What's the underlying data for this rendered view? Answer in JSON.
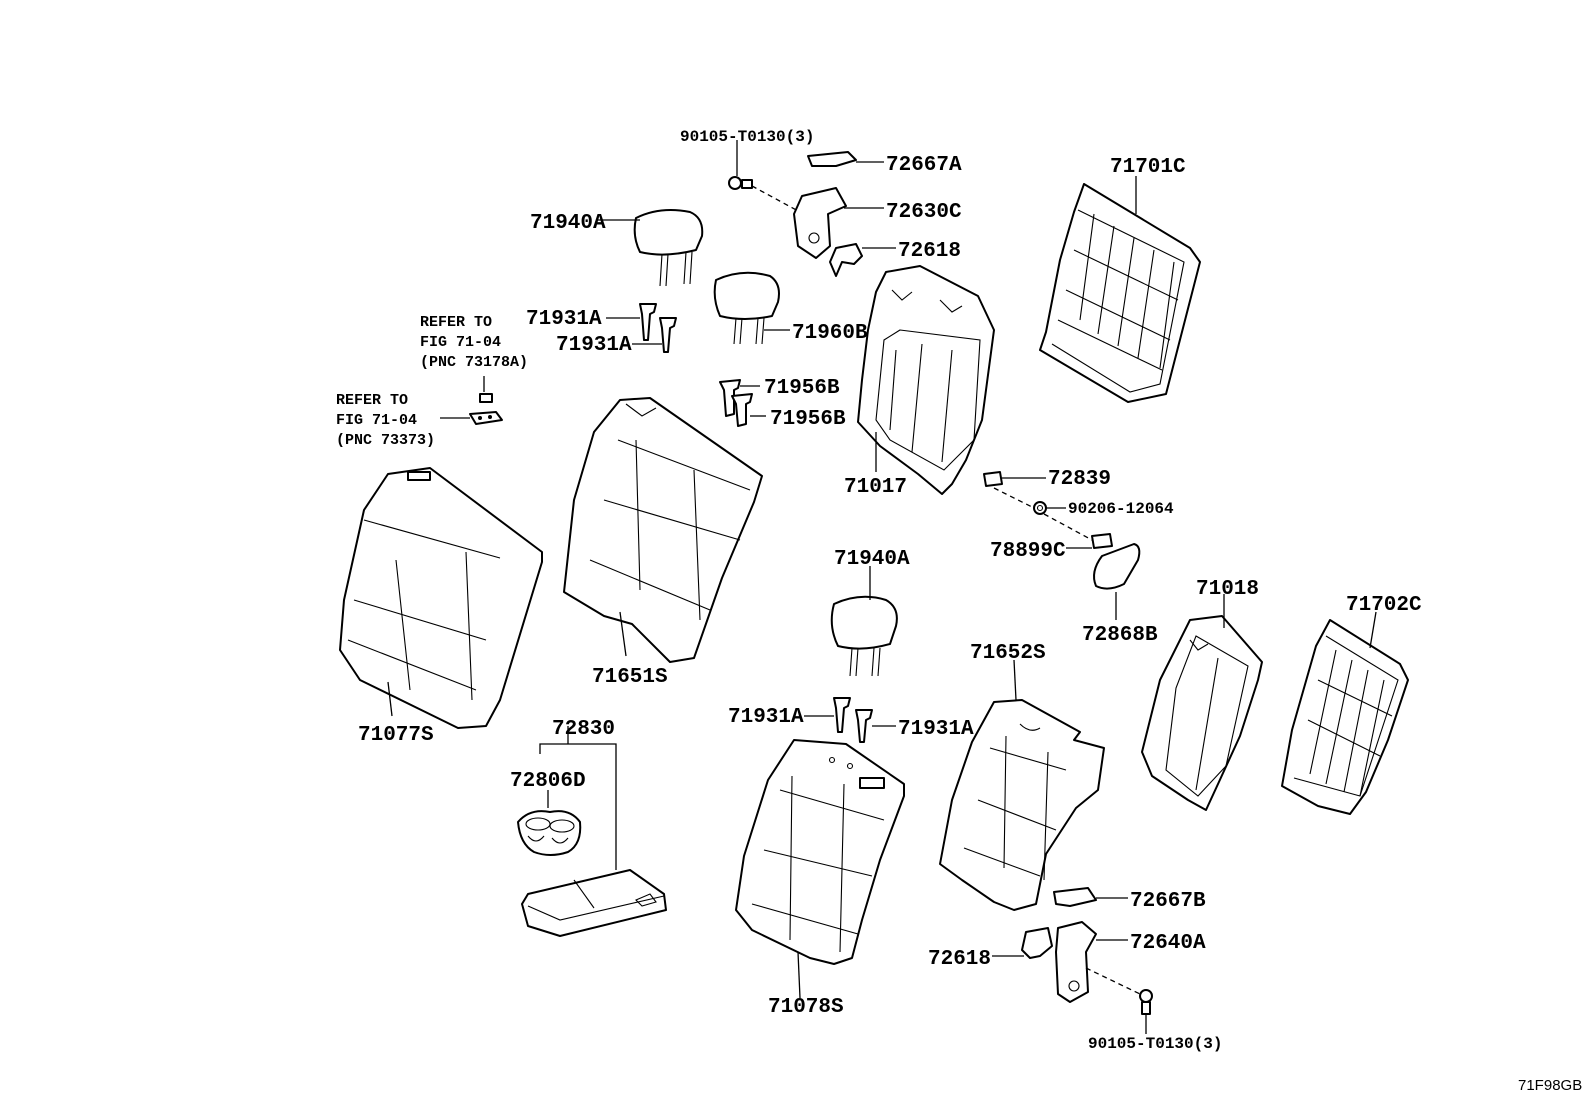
{
  "figure_code": "71F98GB",
  "refer_notes": [
    {
      "line1": "REFER TO",
      "line2": "FIG 71-04",
      "line3": "(PNC 73178A)"
    },
    {
      "line1": "REFER TO",
      "line2": "FIG 71-04",
      "line3": "(PNC 73373)"
    }
  ],
  "labels": {
    "p90105_top": "90105-T0130(3)",
    "p72667A": "72667A",
    "p72630C": "72630C",
    "p72618_top": "72618",
    "p71701C": "71701C",
    "p71940A_top": "71940A",
    "p71931A_1": "71931A",
    "p71931A_2": "71931A",
    "p71960B": "71960B",
    "p71956B_1": "71956B",
    "p71956B_2": "71956B",
    "p71017": "71017",
    "p72839": "72839",
    "p90206": "90206-12064",
    "p78899C": "78899C",
    "p72868B": "72868B",
    "p71651S": "71651S",
    "p71077S": "71077S",
    "p71940A_mid": "71940A",
    "p71018": "71018",
    "p71702C": "71702C",
    "p71652S": "71652S",
    "p72830": "72830",
    "p72806D": "72806D",
    "p71931A_3": "71931A",
    "p71931A_4": "71931A",
    "p71078S": "71078S",
    "p72667B": "72667B",
    "p72640A": "72640A",
    "p72618_bot": "72618",
    "p90105_bot": "90105-T0130(3)"
  }
}
